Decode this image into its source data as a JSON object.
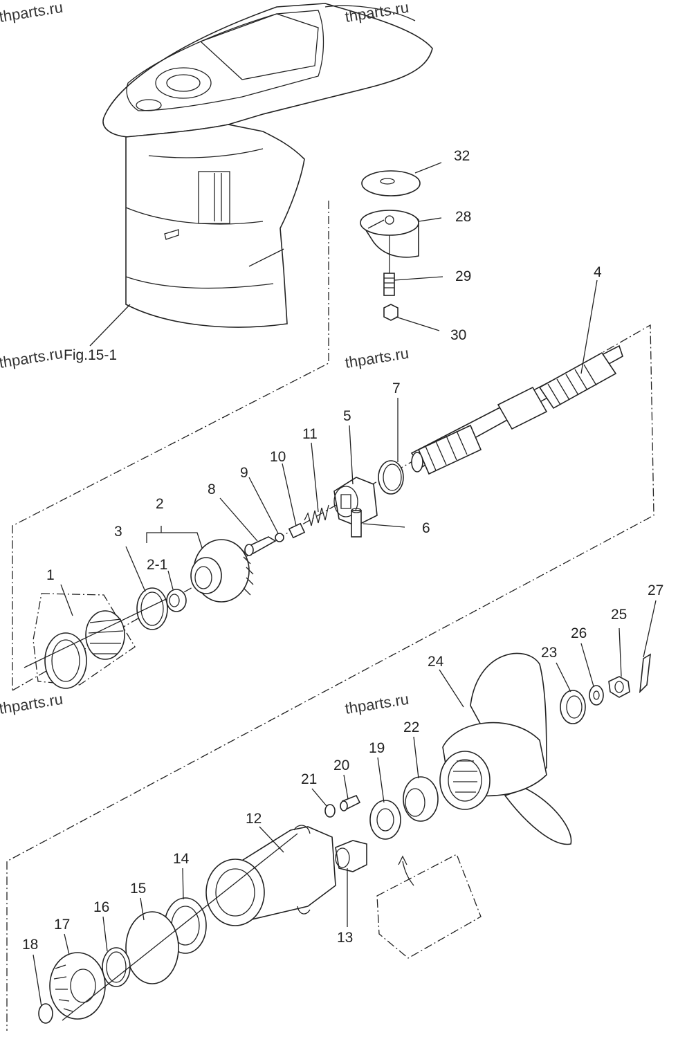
{
  "watermarks": [
    "thparts.ru",
    "thparts.ru",
    "thparts.ru",
    "thparts.ru",
    "thparts.ru"
  ],
  "figure_ref": "Fig.15-1",
  "callouts": [
    "32",
    "28",
    "29",
    "30",
    "4",
    "7",
    "5",
    "11",
    "10",
    "9",
    "8",
    "2",
    "2-1",
    "3",
    "1",
    "6",
    "27",
    "25",
    "26",
    "23",
    "24",
    "22",
    "19",
    "20",
    "21",
    "12",
    "13",
    "14",
    "15",
    "16",
    "17",
    "18"
  ],
  "icons": {
    "housing": "lower-casing-icon",
    "propeller": "propeller-icon",
    "shaft": "propeller-shaft-icon"
  }
}
